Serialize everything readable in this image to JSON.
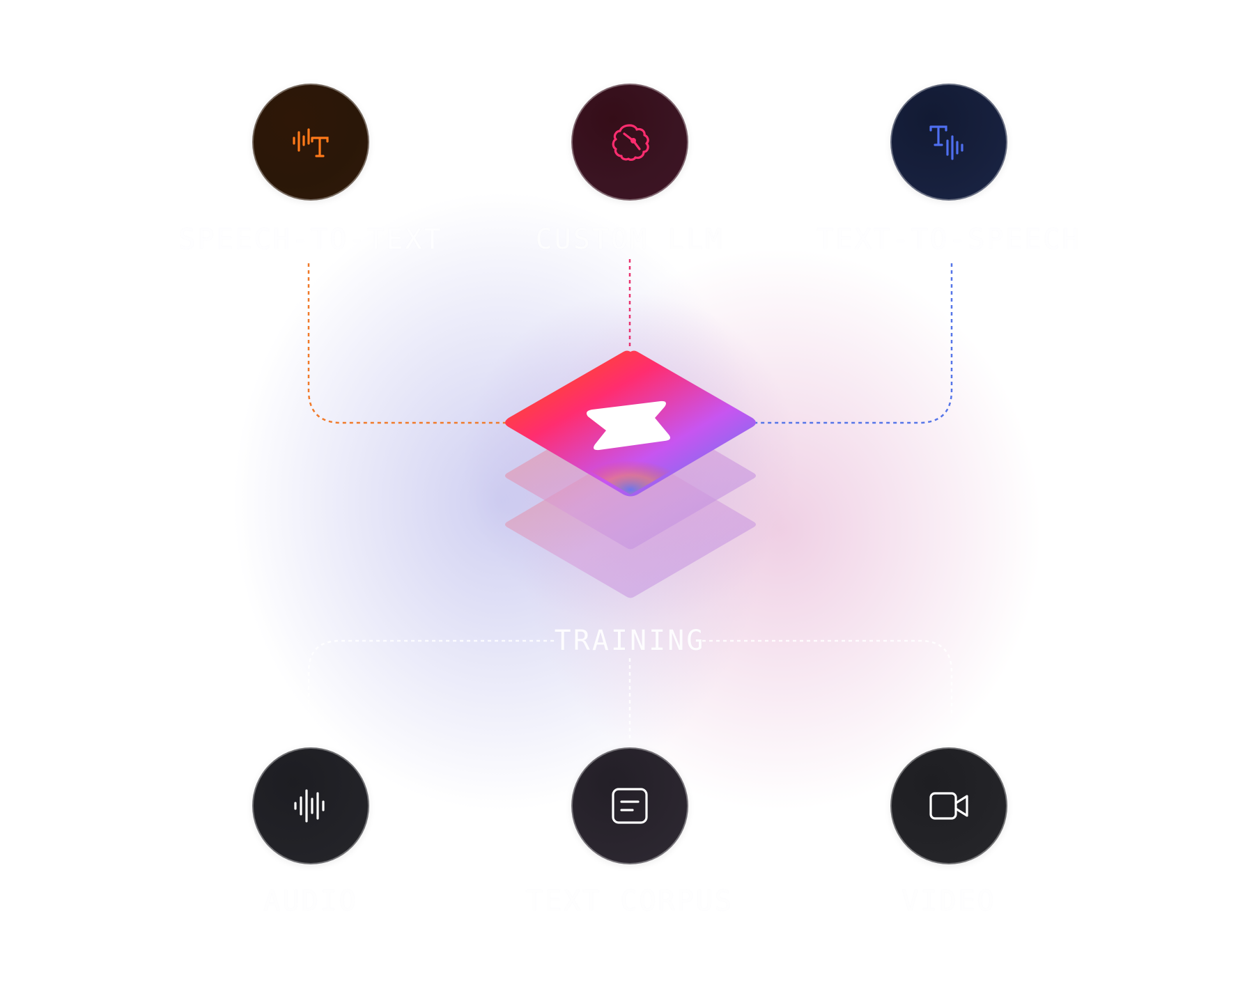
{
  "diagram": {
    "outputs": [
      {
        "id": "stt",
        "label": "SPEECH-TO-TEXT",
        "icon": "speech-to-text-icon",
        "color": "#ff7a1a"
      },
      {
        "id": "llm",
        "label": "CUSTOM LLM",
        "icon": "brain-icon",
        "color": "#ff2d6f"
      },
      {
        "id": "tts",
        "label": "TEXT-TO-SPEECH",
        "icon": "text-to-speech-icon",
        "color": "#4f6ff0"
      }
    ],
    "center": {
      "icon": "platform-logo-icon",
      "label": "TRAINING"
    },
    "inputs": [
      {
        "id": "audio",
        "label": "AUDIO",
        "icon": "waveform-icon",
        "color": "#ffffff"
      },
      {
        "id": "text",
        "label": "TEXT CORPUS",
        "icon": "text-document-icon",
        "color": "#ffffff"
      },
      {
        "id": "video",
        "label": "VIDEO",
        "icon": "video-camera-icon",
        "color": "#ffffff"
      }
    ],
    "colors": {
      "stt_line": "#f07a2a",
      "llm_line": "#e8336f",
      "tts_line": "#5575e8",
      "input_line": "#ffffff",
      "logo_gradient": [
        "#ff6a00",
        "#ff2d6f",
        "#c153f0",
        "#4f7ff0"
      ]
    }
  }
}
